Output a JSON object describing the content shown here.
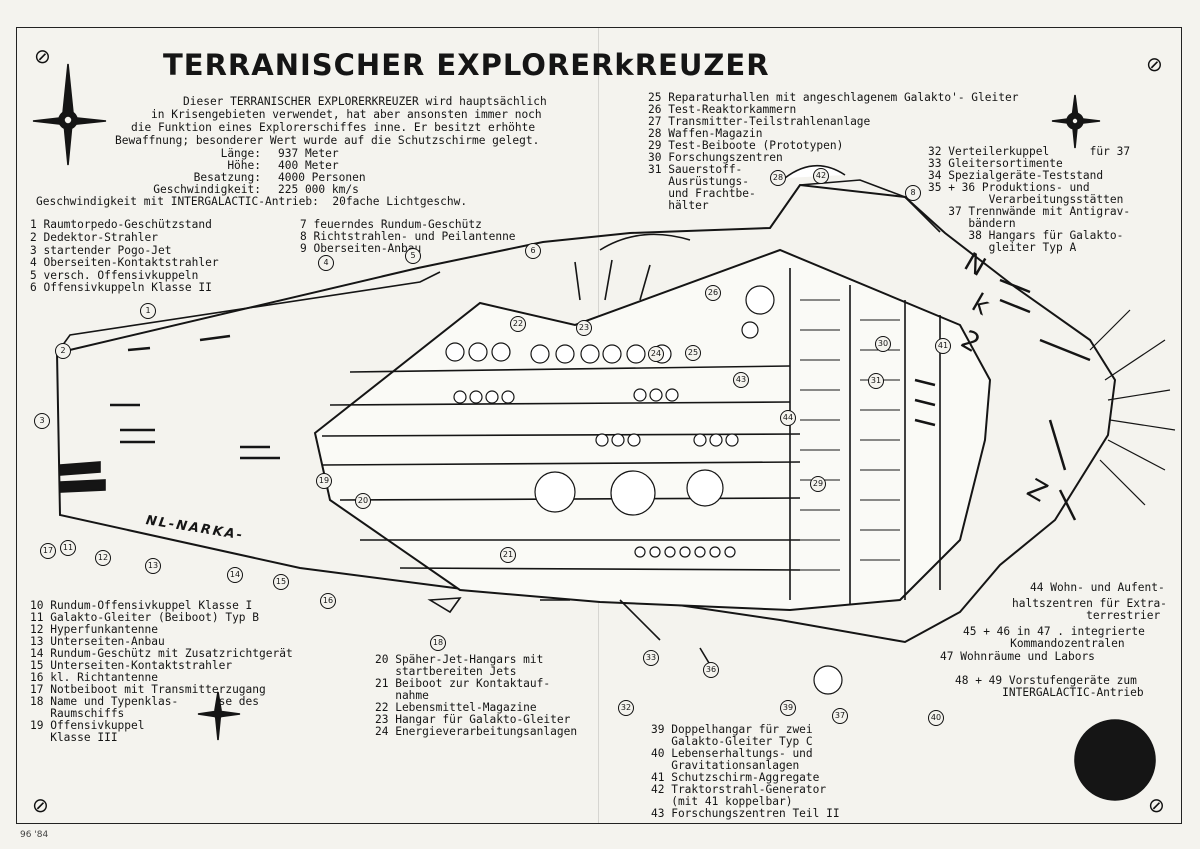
{
  "title": "TERRANISCHER EXPLORERkREUZER",
  "intro": {
    "lines": [
      "Dieser TERRANISCHER EXPLORERKREUZER wird hauptsächlich",
      "in Krisengebieten verwendet, hat aber ansonsten immer noch",
      "die Funktion eines Explorerschiffes inne. Er besitzt erhöhte",
      "Bewaffnung; besonderer Wert wurde auf die Schutzschirme gelegt."
    ],
    "specs": [
      {
        "label": "Länge:",
        "value": "937 Meter"
      },
      {
        "label": "Höhe:",
        "value": "400 Meter"
      },
      {
        "label": "Besatzung:",
        "value": "4000 Personen"
      },
      {
        "label": "Geschwindigkeit:",
        "value": "225 000 km/s"
      }
    ],
    "drive": "Geschwindigkeit mit INTERGALACTIC-Antrieb:  20fache Lichtgeschw."
  },
  "legend_1_6": [
    "1 Raumtorpedo-Geschützstand",
    "2 Dedektor-Strahler",
    "3 startender Pogo-Jet",
    "4 Oberseiten-Kontaktstrahler",
    "5 versch. Offensivkuppeln",
    "6 Offensivkuppeln Klasse II"
  ],
  "legend_7_9": [
    "7 feuerndes Rundum-Geschütz",
    "8 Richtstrahlen- und Peilantenne",
    "9 Oberseiten-Anbau"
  ],
  "legend_10_19": [
    "10 Rundum-Offensivkuppel Klasse I",
    "11 Galakto-Gleiter (Beiboot) Typ B",
    "12 Hyperfunkantenne",
    "13 Unterseiten-Anbau",
    "14 Rundum-Geschütz mit Zusatzrichtgerät",
    "15 Unterseiten-Kontaktstrahler",
    "16 kl. Richtantenne",
    "17 Notbeiboot mit Transmitterzugang",
    "18 Name und Typenklas-      se des",
    "   Raumschiffs",
    "19 Offensivkuppel",
    "   Klasse III"
  ],
  "legend_20_24": [
    "20 Späher-Jet-Hangars mit",
    "   startbereiten Jets",
    "21 Beiboot zur Kontaktauf-",
    "   nahme",
    "22 Lebensmittel-Magazine",
    "23 Hangar für Galakto-Gleiter",
    "24 Energieverarbeitungsanlagen"
  ],
  "legend_25_31": [
    "25 Reparaturhallen mit angeschlagenem Galakto'- Gleiter",
    "26 Test-Reaktorkammern",
    "27 Transmitter-Teilstrahlenanlage",
    "28 Waffen-Magazin",
    "29 Test-Beiboote (Prototypen)",
    "30 Forschungszentren",
    "31 Sauerstoff-",
    "   Ausrüstungs-",
    "   und Frachtbe-",
    "   hälter"
  ],
  "legend_32_38": [
    "32 Verteilerkuppel      für 37",
    "33 Gleitersortimente",
    "34 Spezialgeräte-Teststand",
    "35 + 36 Produktions- und",
    "         Verarbeitungsstätten",
    "   37 Trennwände mit Antigrav-",
    "      bändern",
    "      38 Hangars für Galakto-",
    "         gleiter Typ A"
  ],
  "legend_39_43": [
    "39 Doppelhangar für zwei",
    "   Galakto-Gleiter Typ C",
    "40 Lebenserhaltungs- und",
    "   Gravitationsanlagen",
    "41 Schutzschirm-Aggregate",
    "42 Traktorstrahl-Generator",
    "   (mit 41 koppelbar)",
    "43 Forschungszentren Teil II"
  ],
  "legend_44_49": [
    "44 Wohn- und Aufent-",
    "haltszentren für Extra-",
    "           terrestrier",
    "45 + 46 in 47 . integrierte",
    "       Kommandozentralen",
    "47 Wohnräume und Labors",
    "",
    "48 + 49 Vorstufengeräte zum",
    "       INTERGALACTIC-Antrieb"
  ],
  "ship_name": "NL-NARKA-",
  "hull_markings": [
    "N",
    "k",
    "2",
    "Z"
  ],
  "corner_note": "96 '84",
  "callouts": [
    "1",
    "2",
    "3",
    "4",
    "5",
    "6",
    "8",
    "11",
    "12",
    "13",
    "14",
    "15",
    "16",
    "17",
    "18",
    "19",
    "20",
    "21",
    "22",
    "23",
    "24",
    "25",
    "26",
    "28",
    "29",
    "30",
    "31",
    "32",
    "33",
    "36",
    "37",
    "39",
    "40",
    "41",
    "42",
    "43",
    "44"
  ],
  "colors": {
    "paper": "#f4f3ee",
    "ink": "#151515"
  }
}
